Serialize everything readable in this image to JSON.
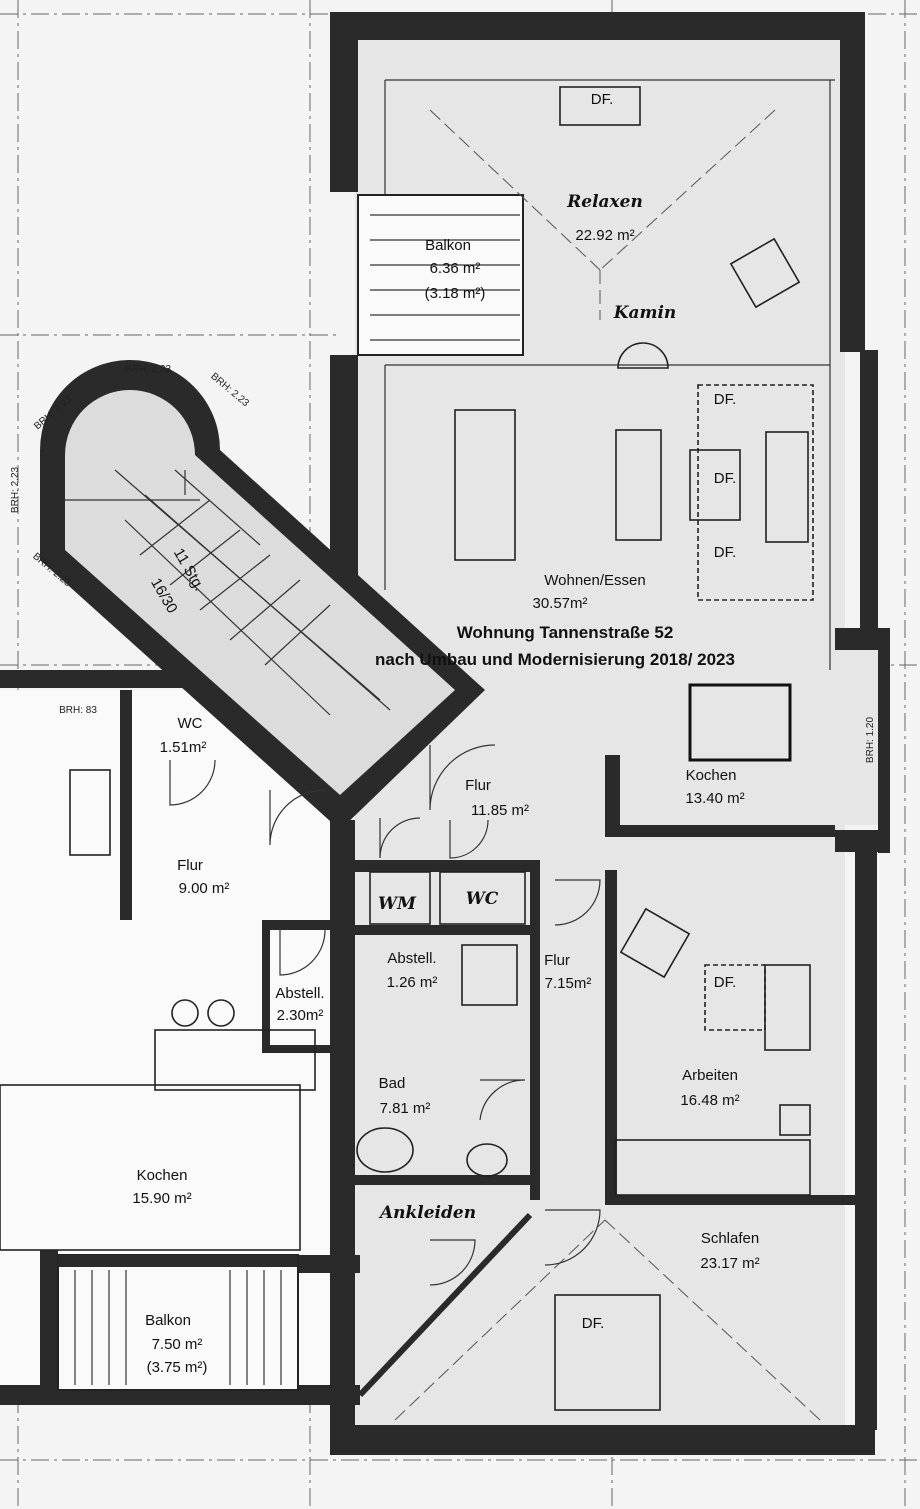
{
  "title": {
    "line1": "Wohnung Tannenstraße 52",
    "line2": "nach Umbau und Modernisierung  2018/ 2023"
  },
  "rooms": {
    "relaxen": {
      "name": "Relaxen",
      "area": "22.92 m²"
    },
    "balkon_top": {
      "name": "Balkon",
      "area": "6.36 m²",
      "area_half": "(3.18 m²)"
    },
    "kamin": {
      "name": "Kamin"
    },
    "wohnen": {
      "name": "Wohnen/Essen",
      "area": "30.57m²"
    },
    "kochen_right": {
      "name": "Kochen",
      "area": "13.40 m²"
    },
    "flur_center": {
      "name": "Flur",
      "area": "11.85 m²"
    },
    "wc_left": {
      "name": "WC",
      "area": "1.51m²"
    },
    "flur_left": {
      "name": "Flur",
      "area": "9.00 m²"
    },
    "abstell_left": {
      "name": "Abstell.",
      "area": "2.30m²"
    },
    "wm": {
      "name": "WM"
    },
    "wc_mid": {
      "name": "WC"
    },
    "abstell_mid": {
      "name": "Abstell.",
      "area": "1.26 m²"
    },
    "flur_mid": {
      "name": "Flur",
      "area": "7.15m²"
    },
    "bad": {
      "name": "Bad",
      "area": "7.81 m²"
    },
    "arbeiten": {
      "name": "Arbeiten",
      "area": "16.48 m²"
    },
    "ankleiden": {
      "name": "Ankleiden"
    },
    "schlafen": {
      "name": "Schlafen",
      "area": "23.17 m²"
    },
    "kochen_left": {
      "name": "Kochen",
      "area": "15.90 m²"
    },
    "balkon_bottom": {
      "name": "Balkon",
      "area": "7.50 m²",
      "area_half": "(3.75 m²)"
    }
  },
  "stair": {
    "label1": "11 Stg.",
    "label2": "16/30"
  },
  "brh": {
    "a": "BRH: 2.23",
    "b": "BRH: 2.23",
    "c": "BRH: 2.23",
    "d": "BRH: 2.23",
    "e": "BRH: 2.23",
    "f": "BRH: 83",
    "g": "BRH: 1.20"
  },
  "df": {
    "top": "DF.",
    "w1": "DF.",
    "w2": "DF.",
    "w3": "DF.",
    "arbeiten": "DF.",
    "schlafen": "DF."
  },
  "colors": {
    "wall": "#2a2a2a",
    "background": "#f4f4f4"
  }
}
